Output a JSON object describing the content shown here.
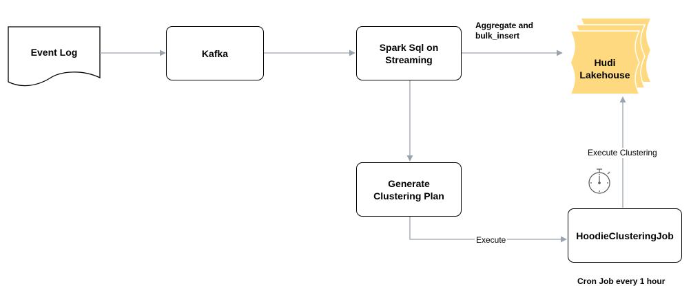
{
  "nodes": {
    "event_log": "Event Log",
    "kafka": "Kafka",
    "spark": "Spark Sql on\nStreaming",
    "hudi": "Hudi\nLakehouse",
    "generate_plan": "Generate\nClustering Plan",
    "clustering_job": "HoodieClusteringJob"
  },
  "edge_labels": {
    "aggregate": "Aggregate and\nbulk_insert",
    "execute": "Execute",
    "execute_clustering": "Execute Clustering"
  },
  "notes": {
    "cron": "Cron Job every 1 hour"
  },
  "icons": {
    "timer": "stopwatch-icon"
  },
  "colors": {
    "hudi_fill": "#FFD97F",
    "edge": "#9AA4AE",
    "border": "#000000"
  }
}
